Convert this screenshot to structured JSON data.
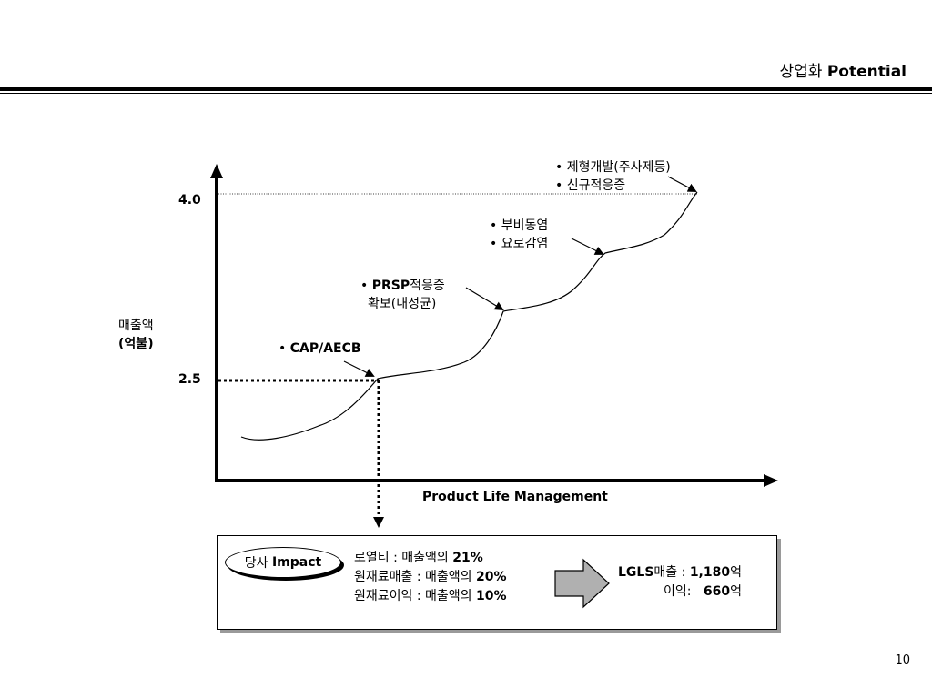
{
  "header": {
    "title_korean": "상업화",
    "title_english": "Potential"
  },
  "diagram": {
    "y_axis_label_line1": "매출액",
    "y_axis_label_line2": "(억불)",
    "x_axis_label": "Product Life Management",
    "y_tick_high": "4.0",
    "y_tick_low": "2.5",
    "milestones": {
      "cap": {
        "bullet": "•",
        "text": "CAP/AECB"
      },
      "prsp": {
        "bullet": "•",
        "text_bold": "PRSP",
        "text_rest": "적응증",
        "line2": "확보(내성균)"
      },
      "uti": {
        "line1": "• 부비동염",
        "line2": "• 요로감염"
      },
      "formulation": {
        "line1": "• 제형개발(주사제등)",
        "line2": "• 신규적응증"
      }
    }
  },
  "impact": {
    "pill_label_korean": "당사",
    "pill_label_english": "Impact",
    "items": [
      {
        "label": "로열티 : 매출액의 ",
        "value": "21%"
      },
      {
        "label": "원재료매출 : 매출액의 ",
        "value": "20%"
      },
      {
        "label": "원재료이익 : 매출액의 ",
        "value": "10%"
      }
    ],
    "result": {
      "line1_label": "LGLS",
      "line1_mid": "매출 : ",
      "line1_value": "1,180",
      "line1_unit": "억",
      "line2_label": "이익:   ",
      "line2_value": "660",
      "line2_unit": "억"
    }
  },
  "footer": {
    "page_number": "10"
  },
  "colors": {
    "arrow_fill": "#b0b0b0",
    "shadow": "#9a9a9a"
  }
}
